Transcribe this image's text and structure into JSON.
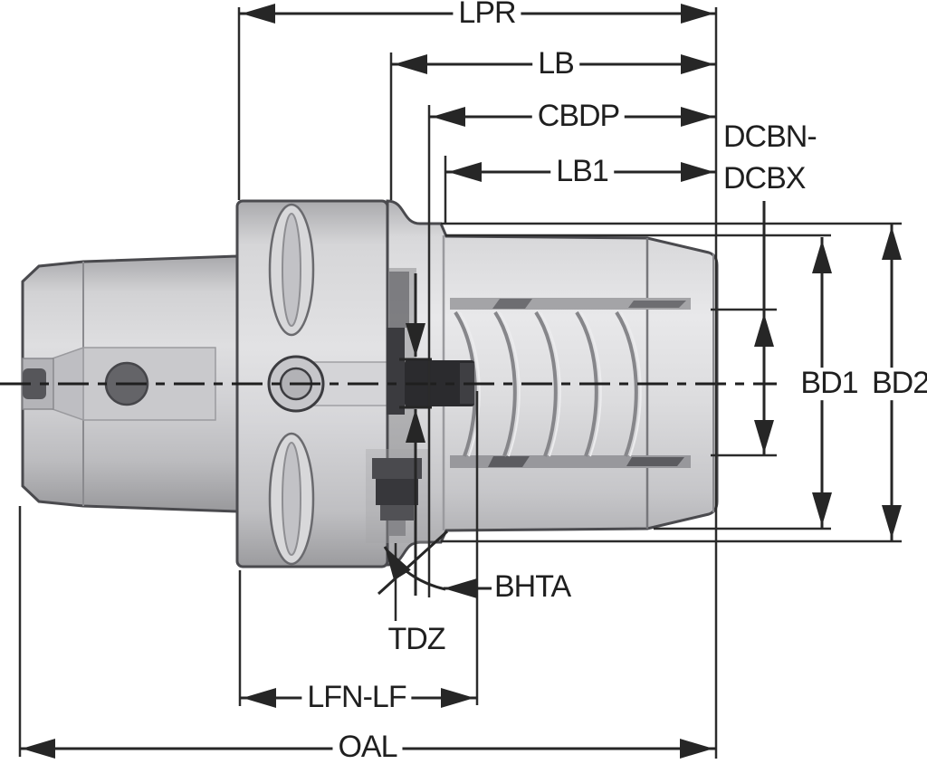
{
  "figure": {
    "kind": "dimensional engineering drawing",
    "subject": "tool holder chuck side view with dimension callouts",
    "background": "#ffffff"
  },
  "labels": {
    "lpr": "LPR",
    "lb": "LB",
    "cbdp": "CBDP",
    "lb1": "LB1",
    "dcbn_line1": "DCBN-",
    "dcbn_line2": "DCBX",
    "bd1": "BD1",
    "bd2": "BD2",
    "bhta": "BHTA",
    "tdz": "TDZ",
    "lfn_lf": "LFN-LF",
    "oal": "OAL"
  },
  "colors": {
    "dimension_line": "#262626",
    "outline": "#4a4a4e",
    "body_light": "#e6e6e8",
    "body_mid": "#c5c5c8",
    "body_dark": "#a8a8ab",
    "dark_pin": "#2b2b2e",
    "text": "#1f1f1f"
  }
}
